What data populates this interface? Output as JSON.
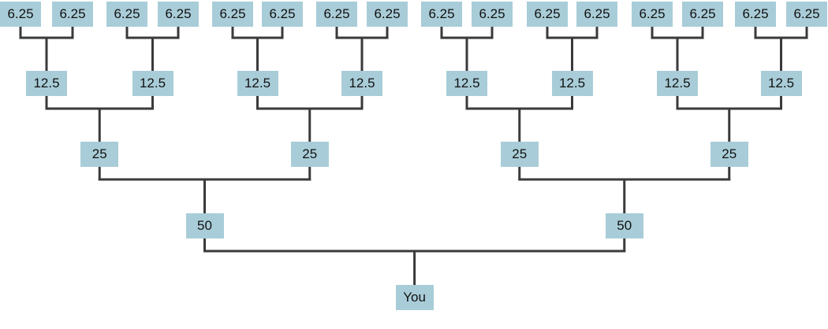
{
  "diagram": {
    "colors": {
      "box_fill": "#a9cdd8",
      "connector": "#3a3a3a",
      "text": "#111111",
      "background": "#ffffff"
    },
    "levels": [
      {
        "label": "6.25",
        "count": 16
      },
      {
        "label": "12.5",
        "count": 8
      },
      {
        "label": "25",
        "count": 4
      },
      {
        "label": "50",
        "count": 2
      },
      {
        "label": "You",
        "count": 1
      }
    ]
  }
}
